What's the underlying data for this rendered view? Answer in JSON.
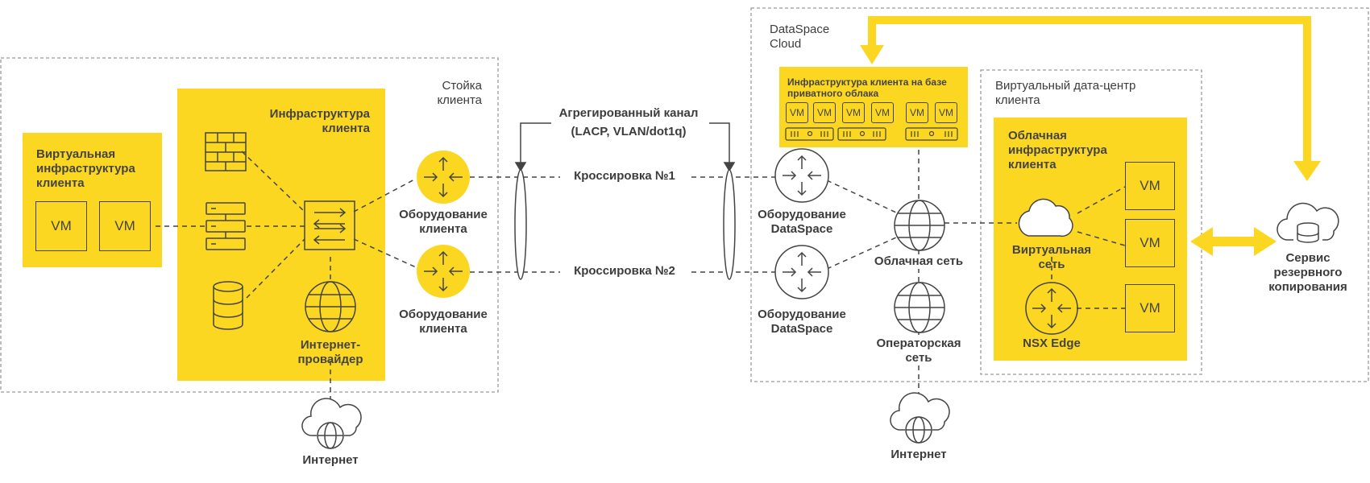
{
  "colors": {
    "accent": "#fcd722",
    "stroke": "#444444",
    "frame": "#9a9a9a",
    "text": "#3c3c3c"
  },
  "icons": [
    "firewall-icon",
    "server-icon",
    "database-icon",
    "switch-icon",
    "router-icon",
    "globe-icon",
    "cloud-globe-icon",
    "cloud-icon",
    "cloud-database-icon",
    "double-arrow-icon",
    "vm-box"
  ],
  "vm_label": "VM",
  "client_rack": {
    "title_1": "Стойка",
    "title_2": "клиента",
    "virtual_infra": {
      "line1": "Виртуальная",
      "line2": "инфраструктура",
      "line3": "клиента"
    },
    "infra": {
      "line1": "Инфраструктура",
      "line2": "клиента"
    },
    "isp": {
      "line1": "Интернет-",
      "line2": "провайдер"
    },
    "equipment_1": {
      "line1": "Оборудование",
      "line2": "клиента"
    },
    "equipment_2": {
      "line1": "Оборудование",
      "line2": "клиента"
    },
    "internet": "Интернет"
  },
  "channel": {
    "title_1": "Агрегированный канал",
    "title_2": "(LACP, VLAN/dot1q)",
    "cross_1": "Кроссировка №1",
    "cross_2": "Кроссировка №2"
  },
  "cloud": {
    "title_1": "DataSpace",
    "title_2": "Cloud",
    "private_infra": {
      "line1": "Инфраструктура клиента на базе",
      "line2": "приватного облака"
    },
    "equipment_1": {
      "line1": "Оборудование",
      "line2": "DataSpace"
    },
    "equipment_2": {
      "line1": "Оборудование",
      "line2": "DataSpace"
    },
    "cloud_network": "Облачная сеть",
    "operator_network": {
      "line1": "Операторская",
      "line2": "сеть"
    },
    "internet": "Интернет",
    "vdc": {
      "line1": "Виртуальный дата-центр",
      "line2": "клиента"
    },
    "cloud_infra": {
      "line1": "Облачная",
      "line2": "инфраструктура",
      "line3": "клиента"
    },
    "virtual_network": {
      "line1": "Виртуальная",
      "line2": "сеть"
    },
    "nsx_edge": "NSX Edge",
    "backup": {
      "line1": "Сервис",
      "line2": "резервного",
      "line3": "копирования"
    }
  }
}
